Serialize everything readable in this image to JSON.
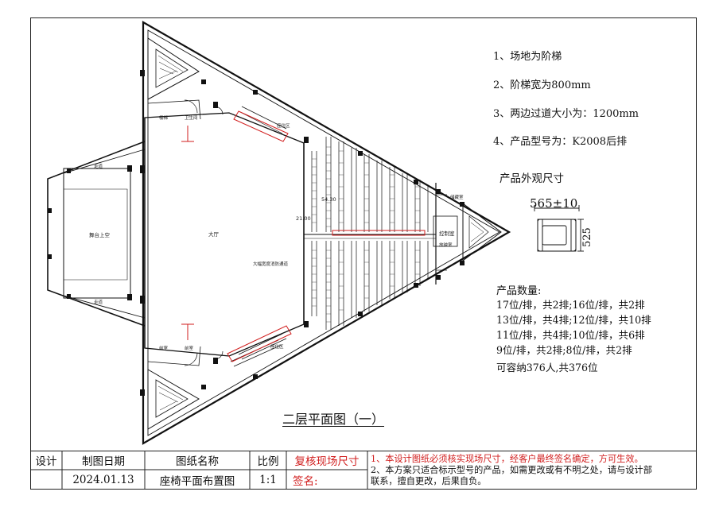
{
  "notes": [
    "1、场地为阶梯",
    "2、阶梯宽为800mm",
    "3、两边过道大小为：1200mm",
    "4、产品型号为：K2008后排"
  ],
  "product_spec": {
    "title": "产品外观尺寸",
    "width": "565±10",
    "depth": "525"
  },
  "quantity": {
    "title": "产品数量:",
    "lines": [
      "17位/排，共2排;16位/排，共2排",
      "13位/排，共4排;12位/排，共10排",
      "11位/排，共4排;10位/排，共6排",
      "9位/排，共2排;8位/排，共2排",
      "可容纳376人,共376位"
    ]
  },
  "plan": {
    "title": "二层平面图（一）",
    "stage_label": "舞台上空",
    "hall_label": "大厅",
    "control_label": "控制室",
    "seat_label": "座位区",
    "small_labels": [
      "楼梯",
      "卫生间",
      "前室",
      "前室",
      "走道",
      "走道",
      "放映室",
      "储藏室",
      "大幅宽度消防通道",
      "54.30",
      "21.00"
    ]
  },
  "title_block": {
    "headers": {
      "design": "设计",
      "date": "制图日期",
      "name": "图纸名称",
      "scale": "比例",
      "verify": "复核现场尺寸"
    },
    "values": {
      "date": "2024.01.13",
      "name": "座椅平面布置图",
      "scale": "1:1",
      "sign": "签名:"
    },
    "note1": "1、本设计图纸必须核实现场尺寸，经客户最终签名确定，方可生效。",
    "note2_line1": "2、本方案只适合标示型号的产品，如需更改或有不明之处，请与设计部",
    "note2_line2": "联系，擅自更改，后果自负。"
  }
}
